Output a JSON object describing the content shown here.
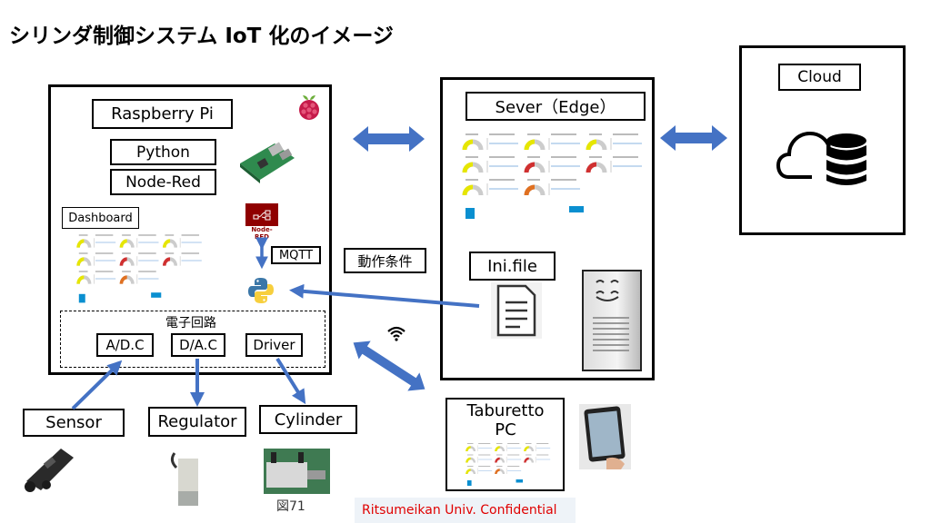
{
  "title": "シリンダ制御システム IoT 化のイメージ",
  "raspi": {
    "label": "Raspberry Pi",
    "python": "Python",
    "nodered": "Node-Red",
    "dashboard": "Dashboard",
    "nodered_logo": "Node-RED",
    "mqtt": "MQTT"
  },
  "circuit": {
    "label": "電子回路",
    "adc": "A/D.C",
    "dac": "D/A.C",
    "driver": "Driver"
  },
  "server": {
    "label": "Sever（Edge）",
    "ini": "Ini.file"
  },
  "condition": "動作条件",
  "cloud": {
    "label": "Cloud"
  },
  "devices": {
    "sensor": "Sensor",
    "regulator": "Regulator",
    "cylinder": "Cylinder",
    "figure": "図71"
  },
  "tablet": {
    "label": "Taburetto PC"
  },
  "footer": "Ritsumeikan Univ. Confidential",
  "colors": {
    "arrow": "#4472c4",
    "confidential": "#e00000",
    "gauge_yellow": "#e6e600",
    "gauge_red": "#d03030",
    "gauge_orange": "#e07020"
  }
}
